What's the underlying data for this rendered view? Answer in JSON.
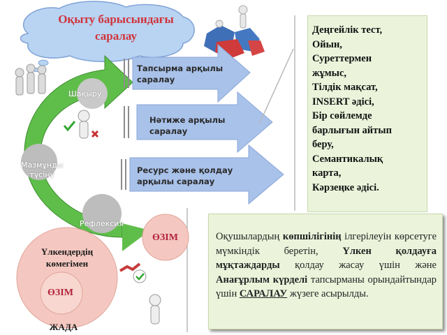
{
  "cloud": {
    "title_line1": "Оқыту барысындағы",
    "title_line2": "саралау"
  },
  "arrows": [
    {
      "line1": "Тапсырма арқылы",
      "line2": "саралау"
    },
    {
      "line1": "Нәтиже арқылы",
      "line2": "саралау"
    },
    {
      "line1": "Ресурс және қолдау",
      "line2": "арқылы саралау"
    }
  ],
  "cycle_labels": {
    "shakyru": "Шақыру",
    "mazmuny_line1": "Мазмұнды",
    "mazmuny_line2": "түсіну",
    "reflexia": "Рефлексия"
  },
  "right_panel": {
    "lines": [
      "Деңгейлік тест,",
      "Ойын,",
      "Суреттермен",
      "жұмыс,",
      "Тілдік мақсат,",
      "INSERT әдісі,",
      "Бір сөйлемде",
      "барлығын айтып",
      "беру,",
      "Семантикалық",
      "карта,",
      "Кәрзеңке әдісі."
    ]
  },
  "bottom_panel": {
    "part1": "Оқушылардың ",
    "part2_bold": "көпшілігінің",
    "part3": " ілгерілеуін көрсетуге мүмкіндік беретін, ",
    "part4_bold": "Үлкен қолдауға мұқтаждарды",
    "part5": " қолдау жасау үшін және ",
    "part6_bold": "Анағұрлым күрделі",
    "part7": " тапсырманы орындайтындар үшін ",
    "part8_bold_underline": "САРАЛАУ",
    "part9": " жүзеге асырылды."
  },
  "circles": {
    "ozim_top": "ӨЗІМ",
    "ulken_line1": "Үлкендердің",
    "ulken_line2": "көмегімен",
    "ozim_inner": "ӨЗІМ",
    "zhada": "ЖАДА"
  },
  "colors": {
    "cloud": "#b9d3f2",
    "arrow": "#a9c2ea",
    "green": "#5fbe4a",
    "pink": "#f4c8c0",
    "panel": "#ebf4db",
    "title": "#d0343a"
  }
}
